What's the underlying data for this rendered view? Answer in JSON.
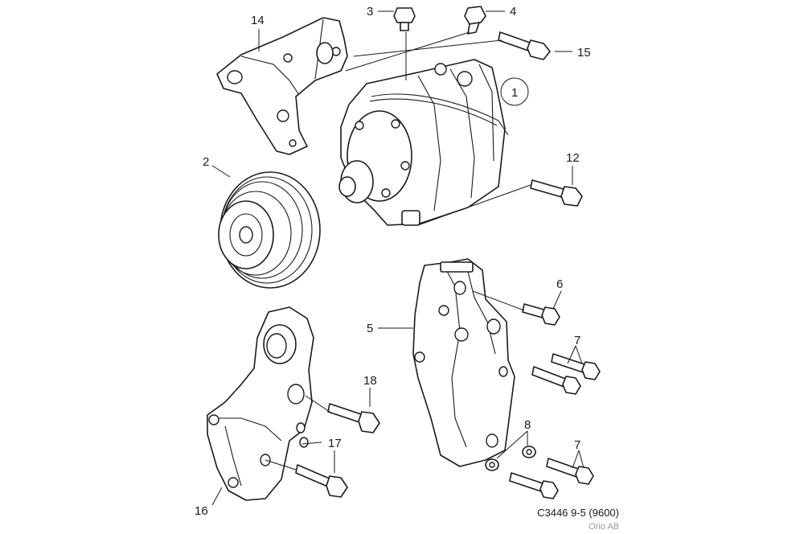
{
  "callouts": {
    "c1": "1",
    "c2": "2",
    "c3": "3",
    "c4": "4",
    "c5": "5",
    "c6": "6",
    "c7a": "7",
    "c7b": "7",
    "c8": "8",
    "c12": "12",
    "c14": "14",
    "c15": "15",
    "c16": "16",
    "c17": "17",
    "c18": "18"
  },
  "footer": {
    "reference": "C3446 9-5 (9600)",
    "credit": "Orio AB"
  },
  "colors": {
    "line": "#1a1a1a",
    "credit": "#9a9a9a",
    "background": "#ffffff"
  }
}
